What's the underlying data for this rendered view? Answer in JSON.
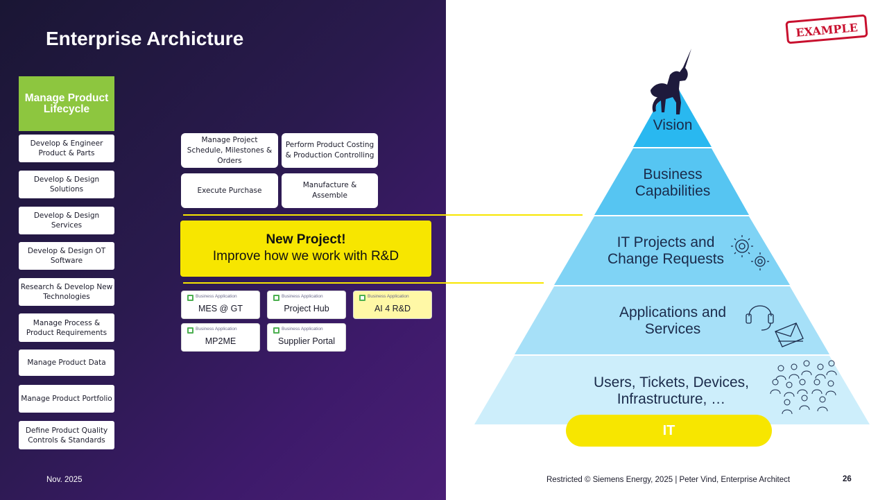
{
  "title": "Enterprise Archicture",
  "stamp": "EXAMPLE",
  "capability": {
    "header": "Manage Product Lifecycle",
    "items": [
      "Develop & Engineer Product & Parts",
      "Develop & Design Solutions",
      "Develop & Design Services",
      "Develop & Design OT Software",
      "Research & Develop New Technologies",
      "Manage Process & Product Requirements",
      "Manage Product Data",
      "Manage Product Portfolio",
      "Define Product Quality Controls & Standards"
    ]
  },
  "sub_capabilities": [
    "Manage Project Schedule, Milestones & Orders",
    "Perform Product Costing & Production Controlling",
    "Execute Purchase",
    "Manufacture & Assemble"
  ],
  "new_project": {
    "title": "New Project!",
    "subtitle": "Improve how we work with R&D"
  },
  "applications": [
    {
      "type": "Business Application",
      "name": "MES @ GT",
      "highlighted": false
    },
    {
      "type": "Business Application",
      "name": "Project Hub",
      "highlighted": false
    },
    {
      "type": "Business Application",
      "name": "AI 4 R&D",
      "highlighted": true
    },
    {
      "type": "Business Application",
      "name": "MP2ME",
      "highlighted": false
    },
    {
      "type": "Business Application",
      "name": "Supplier Portal",
      "highlighted": false
    }
  ],
  "pyramid": {
    "tiers": [
      {
        "label": "Vision",
        "color": "#29b8f0"
      },
      {
        "label": "Business Capabilities",
        "color": "#56c5f2"
      },
      {
        "label": "IT Projects and Change Requests",
        "color": "#7fd3f5"
      },
      {
        "label": "Applications and Services",
        "color": "#a6e0f8"
      },
      {
        "label": "Users, Tickets, Devices, Infrastructure, …",
        "color": "#cdeefb"
      }
    ],
    "base": "IT"
  },
  "colors": {
    "capability_green": "#8dc63f",
    "highlight_yellow": "#f7e600",
    "panel_purple": "#2a1a4e",
    "stamp_red": "#c8102e"
  },
  "footer": {
    "date": "Nov. 2025",
    "copyright": "Restricted © Siemens Energy, 2025 | Peter Vind, Enterprise Architect",
    "page": "26"
  }
}
